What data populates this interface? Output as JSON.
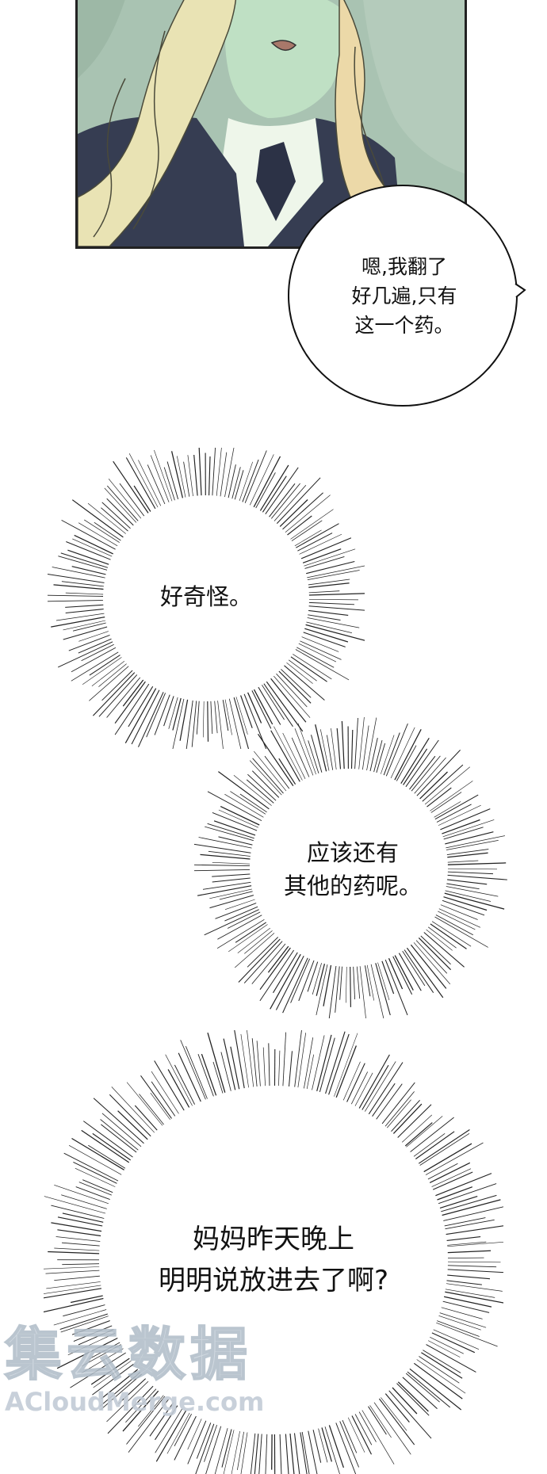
{
  "speech_bubble": {
    "lines": [
      "嗯,我翻了",
      "好几遍,只有",
      "这一个药。"
    ]
  },
  "thought_1": {
    "lines": [
      "好奇怪。"
    ]
  },
  "thought_2": {
    "lines": [
      "应该还有",
      "其他的药呢。"
    ]
  },
  "thought_3": {
    "lines": [
      "妈妈昨天晚上",
      "明明说放进去了啊?"
    ]
  },
  "watermark": {
    "logo_text": "集云数据",
    "url_text": "ACloudMerge.com"
  },
  "colors": {
    "panel_background": "#a8c2b1",
    "hair": "#e9e3b4",
    "uniform": "#363d52",
    "ink": "#111111",
    "watermark": "#c9d3dc"
  }
}
